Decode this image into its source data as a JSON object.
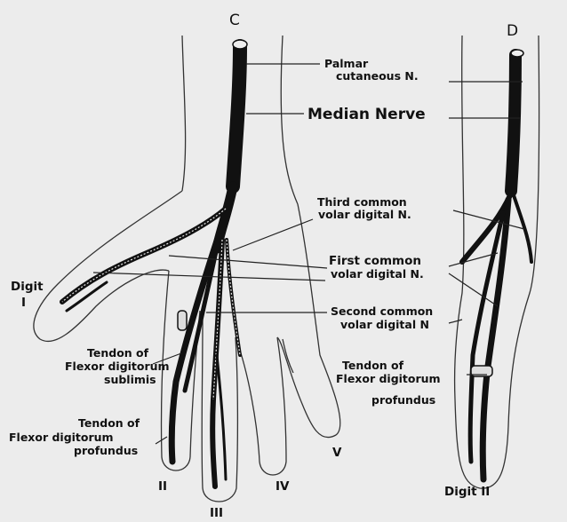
{
  "figure_labels": {
    "panel_c": "C",
    "panel_d": "D",
    "palmar_cutaneous_line1": "Palmar",
    "palmar_cutaneous_line2": "cutaneous N.",
    "median_nerve": "Median Nerve",
    "third_common_line1": "Third common",
    "third_common_line2": "volar digital N.",
    "first_common_line1": "First common",
    "first_common_line2": "volar digital N.",
    "second_common_line1": "Second common",
    "second_common_line2": "volar digital N",
    "digit_i_line1": "Digit",
    "digit_i_line2": "I",
    "tendon_sublimis_line1": "Tendon of",
    "tendon_sublimis_line2": "Flexor digitorum",
    "tendon_sublimis_line3": "sublimis",
    "tendon_profundus_left_line1": "Tendon of",
    "tendon_profundus_left_line2": "Flexor digitorum",
    "tendon_profundus_left_line3": "profundus",
    "tendon_profundus_right_line1": "Tendon of",
    "tendon_profundus_right_line2": "Flexor digitorum",
    "tendon_profundus_right_line3": "profundus",
    "digit_ii": "II",
    "digit_iii": "III",
    "digit_iv": "IV",
    "digit_v": "V",
    "digit_ii_right": "Digit II"
  }
}
